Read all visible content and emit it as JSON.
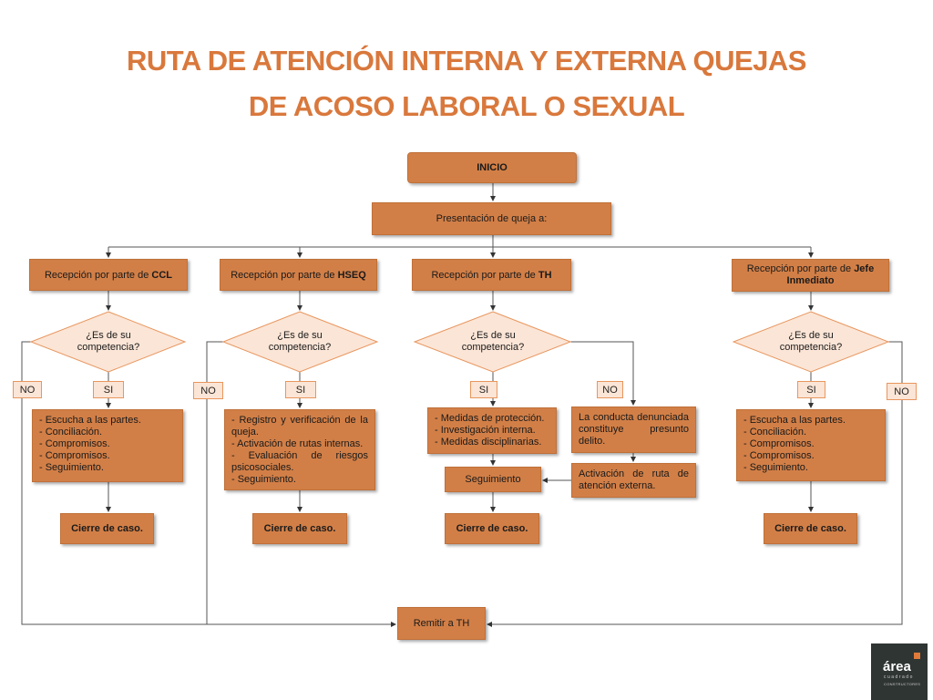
{
  "title": {
    "line1": "RUTA DE ATENCIÓN INTERNA Y EXTERNA QUEJAS",
    "line2": "DE ACOSO LABORAL O SEXUAL"
  },
  "start": "INICIO",
  "presentation": "Presentación de queja a:",
  "reception_prefix": "Recepción por parte de",
  "branches": {
    "ccl": {
      "who": "CCL",
      "question": "¿Es de su competencia?",
      "yes": "SI",
      "no": "NO",
      "actions": [
        "- Escucha a las partes.",
        "- Conciliación.",
        "- Compromisos.",
        "- Compromisos.",
        "- Seguimiento."
      ],
      "close": "Cierre de caso."
    },
    "hseq": {
      "who": "HSEQ",
      "question": "¿Es de su competencia?",
      "yes": "SI",
      "no": "NO",
      "actions": [
        "- Registro y verificación de la queja.",
        "- Activación de rutas internas.",
        "- Evaluación de riesgos psicosociales.",
        "- Seguimiento."
      ],
      "close": "Cierre de caso."
    },
    "th": {
      "who": "TH",
      "question": "¿Es de su competencia?",
      "yes": "SI",
      "no": "NO",
      "actions": [
        "- Medidas de protección.",
        "- Investigación interna.",
        "- Medidas disciplinarias."
      ],
      "no_action": "La conducta denunciada constituye presunto delito.",
      "external": "Activación de ruta de atención externa.",
      "follow_up": "Seguimiento",
      "close": "Cierre de caso."
    },
    "jefe": {
      "who": "Jefe Inmediato",
      "question": "¿Es de su competencia?",
      "yes": "SI",
      "no": "NO",
      "actions": [
        "- Escucha a las partes.",
        "- Conciliación.",
        "- Compromisos.",
        "- Compromisos.",
        "- Seguimiento."
      ],
      "close": "Cierre de caso."
    }
  },
  "refer": "Remitir a TH",
  "logo": {
    "name": "área",
    "sub": "cuadrado",
    "tag": "CONSTRUCTORES"
  },
  "colors": {
    "title": "#d9783c",
    "box": "#d27f47",
    "diamond": "#fbe5d6",
    "line": "#555555"
  }
}
